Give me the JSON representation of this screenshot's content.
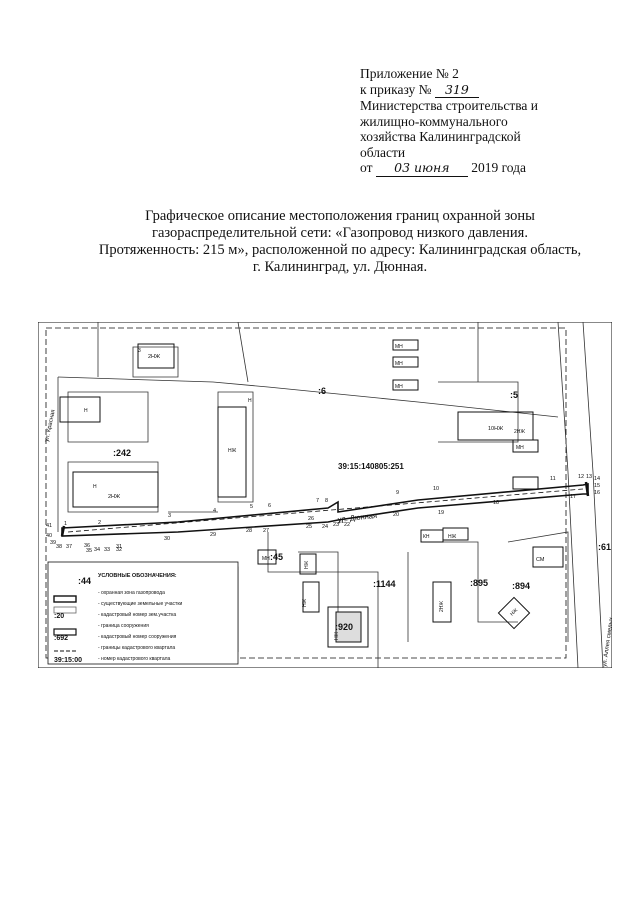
{
  "header": {
    "line1": "Приложение № 2",
    "line2_prefix": "к приказу №",
    "order_number": "319",
    "line3": "Министерства строительства и",
    "line4": "жилищно-коммунального",
    "line5": "хозяйства Калининградской",
    "line6": "области",
    "date_prefix": "от",
    "date_handwritten": "03 июня",
    "date_suffix": "2019 года"
  },
  "title": {
    "line1": "Графическое описание местоположения границ охранной зоны",
    "line2": "газораспределительной сети: «Газопровод низкого давления.",
    "line3": "Протяженность: 215 м», расположенной по адресу: Калининградская область,",
    "line4": "г. Калининград, ул. Дюнная."
  },
  "map": {
    "cadastral_block": "39:15:140805:251",
    "parcels": [
      ":6",
      ":242",
      ":45",
      ":1144",
      ":895",
      ":894",
      ":920",
      ":44",
      ":5",
      ":61"
    ],
    "buildings": [
      "2НЖ",
      "2НЖ",
      "10НЖ",
      "2НЖ",
      "МН",
      "МН",
      "МН",
      "МН",
      "СМ",
      "НЖ",
      "КН",
      "Н",
      "НЖ",
      "2НЖ",
      "НЖ",
      "НЖ",
      "НЖ",
      "МН",
      "Н",
      "НЖ",
      "Н",
      "3"
    ],
    "street": "ул. Дюнная",
    "street_left": "ул. Красная",
    "street_right": "ул. Аллея смелых",
    "points": [
      "1",
      "2",
      "3",
      "4",
      "5",
      "6",
      "7",
      "8",
      "9",
      "10",
      "11",
      "12",
      "13",
      "14",
      "15",
      "16",
      "17",
      "18",
      "19",
      "20",
      "21",
      "22",
      "23",
      "24",
      "25",
      "26",
      "27",
      "28",
      "29",
      "30",
      "31",
      "32",
      "33",
      "34",
      "35",
      "36",
      "37",
      "38",
      "39",
      "40",
      "41"
    ]
  },
  "legend": {
    "title": "УСЛОВНЫЕ ОБОЗНАЧЕНИЯ:",
    "items": [
      {
        "sample": "",
        "label": "- охранная зона газопровода"
      },
      {
        "sample": "",
        "label": "- существующие земельные участки"
      },
      {
        "sample": ":20",
        "label": "- кадастровый номер зем.участка"
      },
      {
        "sample": "",
        "label": "- граница сооружения"
      },
      {
        "sample": ":692",
        "label": "- кадастровый номер сооружения"
      },
      {
        "sample": "",
        "label": "- границы кадастрового квартала"
      },
      {
        "sample": "39:15:00",
        "label": "- номер кадастрового квартала"
      }
    ]
  }
}
